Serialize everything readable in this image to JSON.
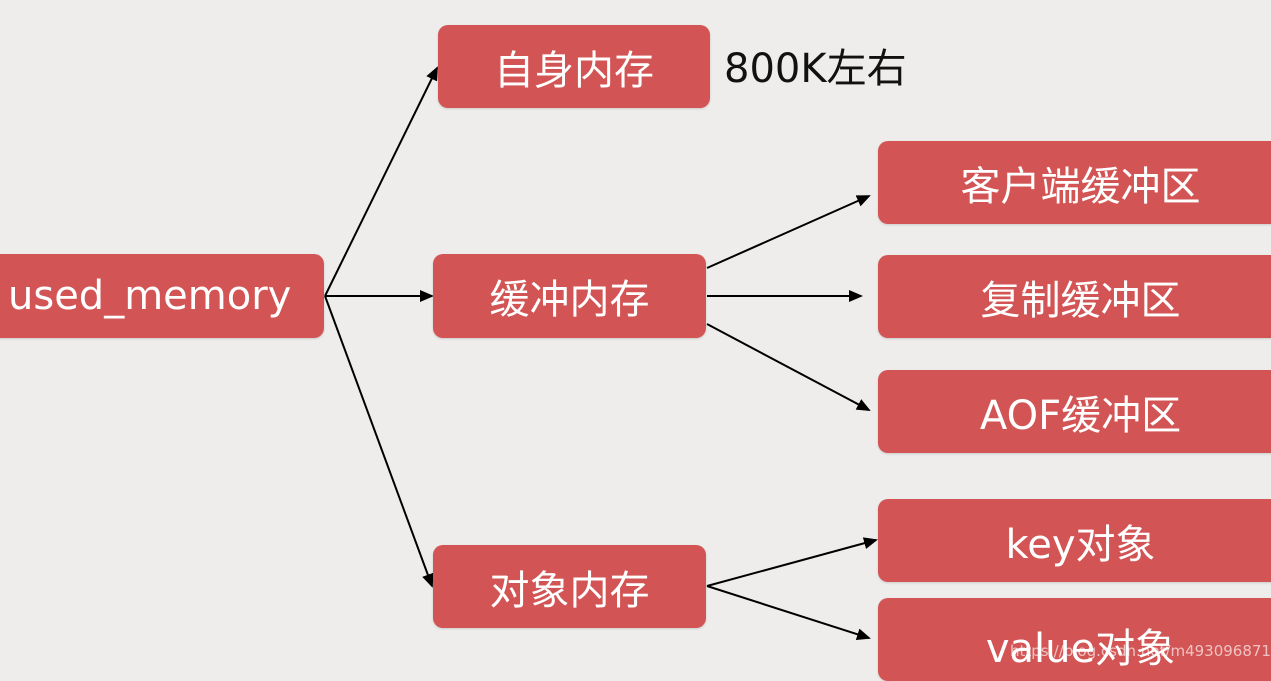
{
  "colors": {
    "background": "#eeedeb",
    "node_fill": "#d35454",
    "node_text": "#ffffff",
    "edge": "#000000"
  },
  "nodes": {
    "root": "used_memory",
    "self_memory": "自身内存",
    "buffer_memory": "缓冲内存",
    "object_memory": "对象内存",
    "client_buffer": "客户端缓冲区",
    "replication_buffer": "复制缓冲区",
    "aof_buffer": "AOF缓冲区",
    "key_object": "key对象",
    "value_object": "value对象"
  },
  "annotations": {
    "self_memory_size": "800K左右"
  },
  "watermark": "https://blog.csdn.net/m493096871"
}
